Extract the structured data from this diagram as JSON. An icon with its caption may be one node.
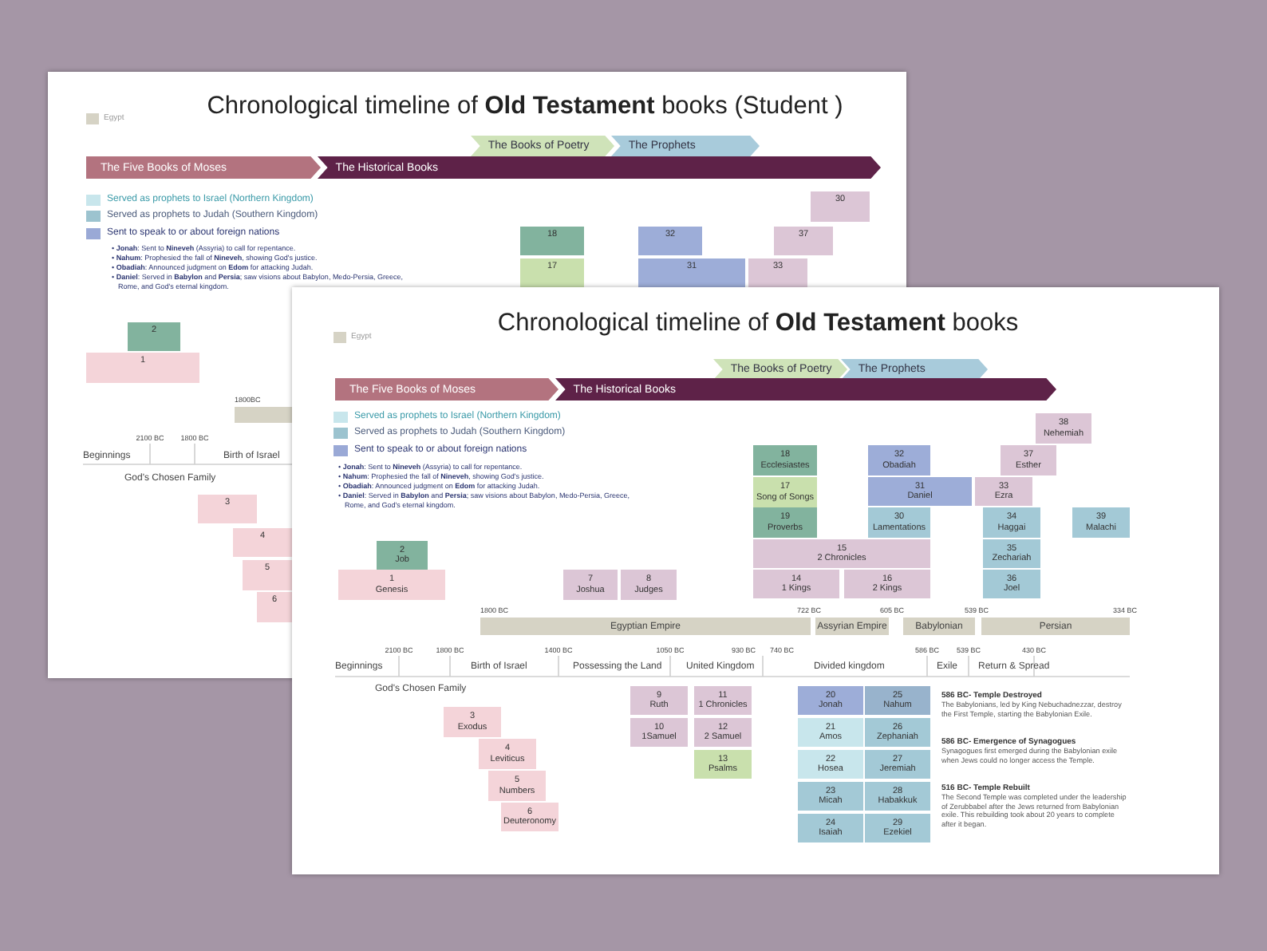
{
  "diagram": {
    "title": "Chronological timeline of **Old Testament** books",
    "nodes": [
      {
        "text": [
          "The Books of Poetry"
        ]
      },
      {
        "text": [
          "The Prophets"
        ]
      },
      {
        "text": [
          "The Five Books of Moses"
        ]
      },
      {
        "text": [
          "The Historical Books"
        ]
      },
      {
        "text": [
          "30"
        ]
      },
      {
        "text": [
          "18"
        ]
      },
      {
        "text": [
          "32"
        ]
      },
      {
        "text": [
          "37"
        ]
      },
      {
        "text": [
          "17"
        ]
      },
      {
        "text": [
          "31"
        ]
      },
      {
        "text": [
          "33"
        ]
      },
      {
        "text": [
          "2"
        ]
      },
      {
        "text": [
          "1"
        ]
      },
      {
        "text": [],
        "shape": "bar",
        "beside": [
          "1800BC"
        ]
      },
      {
        "text": [
          "3"
        ]
      },
      {
        "text": [
          "4"
        ]
      },
      {
        "text": [
          "5"
        ]
      },
      {
        "text": [
          "6"
        ]
      },
      {
        "text": [
          "The Books of Poetry"
        ]
      },
      {
        "text": [
          "The Prophets"
        ]
      },
      {
        "text": [
          "The Five Books of Moses"
        ]
      },
      {
        "text": [
          "The Historical Books"
        ]
      },
      {
        "text": [
          "38",
          "Nehemiah"
        ]
      },
      {
        "text": [
          "18",
          "Ecclesiastes"
        ]
      },
      {
        "text": [
          "32",
          "Obadiah"
        ]
      },
      {
        "text": [
          "37",
          "Esther"
        ]
      },
      {
        "text": [
          "17",
          "Song of Songs"
        ]
      },
      {
        "text": [
          "31",
          "Daniel"
        ]
      },
      {
        "text": [
          "33",
          "Ezra"
        ]
      },
      {
        "text": [
          "2",
          "Job"
        ]
      },
      {
        "text": [
          "19",
          "Proverbs"
        ]
      },
      {
        "text": [
          "30",
          "Lamentations"
        ]
      },
      {
        "text": [
          "34",
          "Haggai"
        ]
      },
      {
        "text": [
          "39",
          "Malachi"
        ]
      },
      {
        "text": [
          "15",
          "2 Chronicles"
        ]
      },
      {
        "text": [
          "35",
          "Zechariah"
        ]
      },
      {
        "text": [
          "1",
          "Genesis"
        ]
      },
      {
        "text": [
          "7",
          "Joshua"
        ]
      },
      {
        "text": [
          "8",
          "Judges"
        ]
      },
      {
        "text": [
          "14",
          "1 Kings"
        ]
      },
      {
        "text": [
          "16",
          "2 Kings"
        ]
      },
      {
        "text": [
          "36",
          "Joel"
        ]
      },
      {
        "text": [
          "Egyptian Empire"
        ],
        "beside": [
          "1800 BC"
        ]
      },
      {
        "text": [
          "Assyrian Empire"
        ]
      },
      {
        "text": [
          "Babylonian"
        ]
      },
      {
        "text": [
          "Persian"
        ]
      },
      {
        "text": [
          "3",
          "Exodus"
        ]
      },
      {
        "text": [
          "9",
          "Ruth"
        ]
      },
      {
        "text": [
          "11",
          "1 Chronicles"
        ]
      },
      {
        "text": [
          "20",
          "Jonah"
        ]
      },
      {
        "text": [
          "25",
          "Nahum"
        ]
      },
      {
        "text": [
          "10",
          "1Samuel"
        ]
      },
      {
        "text": [
          "12",
          "2 Samuel"
        ]
      },
      {
        "text": [
          "21",
          "Amos"
        ]
      },
      {
        "text": [
          "26",
          "Zephaniah"
        ]
      },
      {
        "text": [
          "4",
          "Leviticus"
        ]
      },
      {
        "text": [
          "13",
          "Psalms"
        ]
      },
      {
        "text": [
          "22",
          "Hosea"
        ]
      },
      {
        "text": [
          "27",
          "Jeremiah"
        ]
      },
      {
        "text": [
          "5",
          "Numbers"
        ]
      },
      {
        "text": [
          "23",
          "Micah"
        ]
      },
      {
        "text": [
          "28",
          "Habakkuk"
        ]
      },
      {
        "text": [
          "6",
          "Deuteronomy"
        ]
      },
      {
        "text": [
          "24",
          "Isaiah"
        ]
      },
      {
        "text": [
          "29",
          "Ezekiel"
        ]
      }
    ],
    "labels": [
      "• **Jonah**: Sent to **Nineveh** (Assyria) to call for repentance.",
      "• **Nahum**: Prophesied the fall of **Nineveh**, showing God's justice.",
      "• **Obadiah**: Announced judgment on **Edom** for attacking Judah.",
      "• **Daniel**: Served in **Babylon** and **Persia**; saw visions about Babylon, Medo-Persia, Greece, Rome, and God's eternal kingdom.",
      "2100 BC",
      "1800 BC",
      "Beginnings",
      "Birth of Israel",
      "God's Chosen Family",
      "• **Jonah**: Sent to **Nineveh** (Assyria) to call for repentance.",
      "• **Nahum**: Prophesied the fall of **Nineveh**, showing God's justice.",
      "• **Obadiah**: Announced judgment on **Edom** for attacking Judah.",
      "• **Daniel**: Served in **Babylon** and **Persia**; saw visions about Babylon, Medo-Persia, Greece, Rome, and God's eternal kingdom.",
      "722 BC",
      "605 BC",
      "539 BC",
      "334 BC",
      "2100 BC",
      "1800 BC",
      "1400 BC",
      "1050 BC",
      "930 BC",
      "740 BC",
      "586 BC",
      "539 BC",
      "430 BC",
      "Beginnings",
      "Birth of Israel",
      "Possessing the Land",
      "United Kingdom",
      "Divided kingdom",
      "Exile",
      "Return & Spread",
      "God's Chosen Family",
      "586 BC- Temple Destroyed",
      "The Babylonians, led by King Nebuchadnezzar, destroy the First Temple, starting the Babylonian Exile.",
      "586 BC- Emergence of Synagogues",
      "Synagogues first emerged during the Babylonian exile when Jews could no longer access the Temple.",
      "516 BC- Temple Rebuilt",
      "The Second Temple was completed under the leadership of Zerubbabel after the Jews returned from Babylonian exile. This rebuilding took about 20 years to complete after it began.",
      "Chronological timeline of **Old Testament** books (Student )"
    ],
    "legend": [
      {
        "text": "Egypt",
        "color": "#d6d3c5"
      },
      {
        "text": "Served as prophets to Israel (Northern Kingdom)",
        "color": "#c8e6ec"
      },
      {
        "text": "Served as prophets to Judah (Southern Kingdom)",
        "color": "#9cc3cf"
      },
      {
        "text": "Sent to speak to or about foreign nations",
        "color": "#9aa9d6"
      },
      {
        "text": "Egypt",
        "color": "#d6d3c5"
      },
      {
        "text": "Served as prophets to Israel (Northern Kingdom)",
        "color": "#c8e6ec"
      },
      {
        "text": "Served as prophets to Judah (Southern Kingdom)",
        "color": "#9cc3cf"
      },
      {
        "text": "Sent to speak to or about foreign nations",
        "color": "#9aa9d6"
      }
    ]
  }
}
